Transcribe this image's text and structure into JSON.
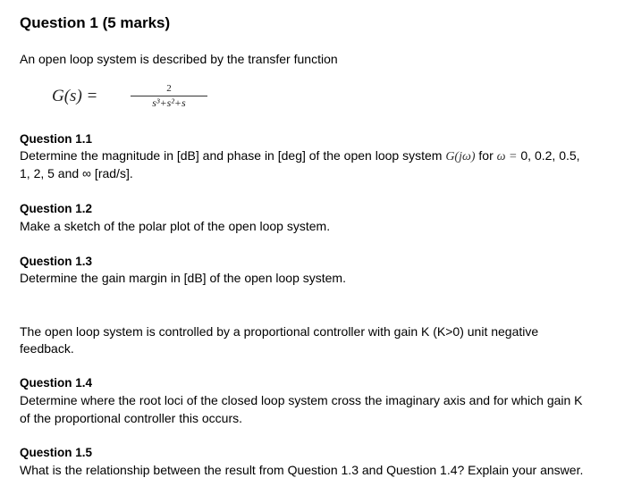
{
  "document": {
    "title": "Question 1 (5 marks)",
    "intro": "An open loop system is described by the transfer function",
    "formula": {
      "lhs": "G(s) =",
      "numerator": "2",
      "denominator": "s³+s²+s"
    },
    "questions": [
      {
        "heading": "Question 1.1",
        "line1_pre": "Determine the magnitude in [dB] and phase in [deg] of the open loop system ",
        "line1_math": "G(jω)",
        "line1_mid": " for ",
        "line1_math2": "ω =",
        "line1_post": " 0, 0.2, 0.5,",
        "line2": "1, 2, 5 and ∞ [rad/s]."
      },
      {
        "heading": "Question 1.2",
        "line1": "Make a sketch of the polar plot of the open loop system."
      },
      {
        "heading": "Question 1.3",
        "line1": "Determine the gain margin in [dB] of the open loop system."
      },
      {
        "heading": "Question 1.4",
        "line1": "Determine where the root loci of the closed loop system cross the imaginary axis and for which gain K",
        "line2": "of the proportional controller this occurs."
      },
      {
        "heading": "Question 1.5",
        "line1": "What is the relationship between the result from Question 1.3 and Question 1.4? Explain your answer."
      }
    ],
    "controller_text": {
      "line1": "The open loop system is controlled by a proportional controller with gain K (K>0) unit negative",
      "line2": "feedback."
    }
  }
}
